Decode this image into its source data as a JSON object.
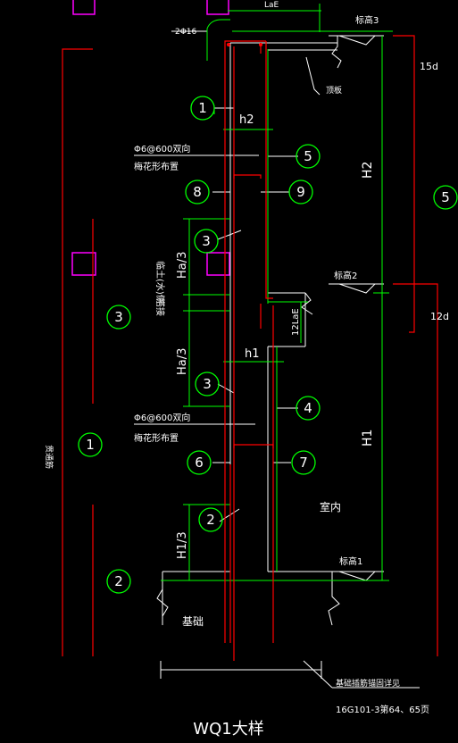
{
  "title": "WQ1大样",
  "colors": {
    "background": "#000000",
    "rebar": "#ff0000",
    "dimension": "#00ff00",
    "text": "#ffffff",
    "outline": "#ffffff",
    "marker": "#ff00ff"
  },
  "callouts": [
    "1",
    "1",
    "2",
    "2",
    "3",
    "3",
    "3",
    "4",
    "5",
    "5",
    "6",
    "7",
    "8",
    "9"
  ],
  "labels": {
    "top_bars": "2Φ16",
    "anchor_top": "LaE",
    "slab": "顶板",
    "level3": "标高3",
    "level2": "标高2",
    "level1": "标高1",
    "len_15d": "15d",
    "len_12d": "12d",
    "h2": "h2",
    "h1": "h1",
    "H2": "H2",
    "H1": "H1",
    "Ha3_upper": "Ha/3",
    "Ha3_lower": "Ha/3",
    "H1_3": "H1/3",
    "lae12": "12LaE",
    "tie_upper": "Φ6@600双向",
    "plum_upper": "梅花形布置",
    "tie_lower": "Φ6@600双向",
    "plum_lower": "梅花形布置",
    "soil_side": "临土(水)侧",
    "splice": "搭接",
    "through_bar": "贯通筋",
    "indoor": "室内",
    "foundation": "基础",
    "anchor_note": "基础插筋锚固详见",
    "reference": "16G101-3第64、65页"
  }
}
